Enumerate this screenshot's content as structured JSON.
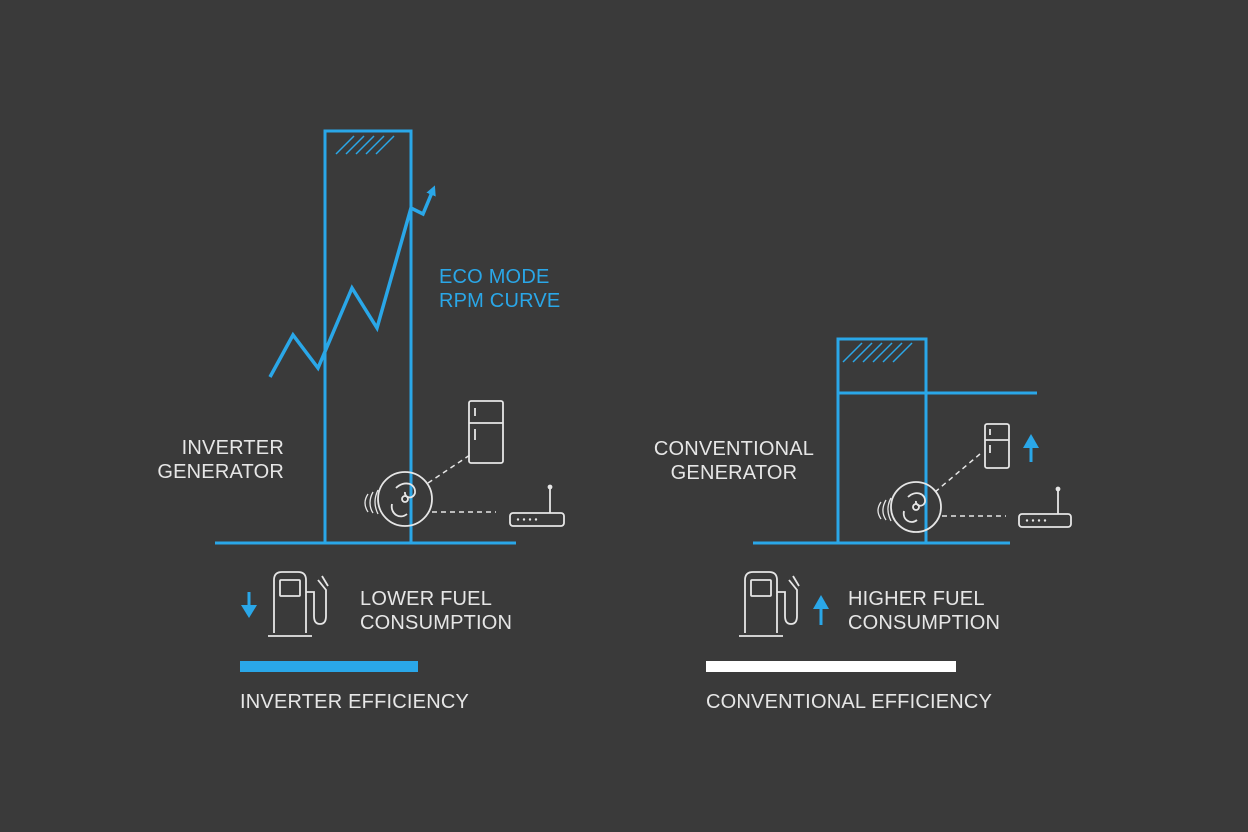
{
  "colors": {
    "background": "#3a3a3a",
    "accent_blue": "#2aa7e8",
    "line_white": "#e6e6e6",
    "bar_white": "#ffffff"
  },
  "inverter": {
    "label": "INVERTER\nGENERATOR",
    "curve_label": "ECO MODE\nRPM CURVE",
    "fuel_label": "LOWER FUEL\nCONSUMPTION",
    "fuel_trend": "down",
    "efficiency_label": "INVERTER EFFICIENCY",
    "efficiency_bar_color": "#2aa7e8",
    "icons": [
      "fuel-pump-icon",
      "refrigerator-icon",
      "router-icon",
      "fan-icon",
      "arrow-down-icon"
    ]
  },
  "conventional": {
    "label": "CONVENTIONAL\nGENERATOR",
    "fuel_label": "HIGHER FUEL\nCONSUMPTION",
    "fuel_trend": "up",
    "efficiency_label": "CONVENTIONAL EFFICIENCY",
    "efficiency_bar_color": "#ffffff",
    "icons": [
      "fuel-pump-icon",
      "refrigerator-icon",
      "router-icon",
      "fan-icon",
      "arrow-up-icon"
    ]
  }
}
